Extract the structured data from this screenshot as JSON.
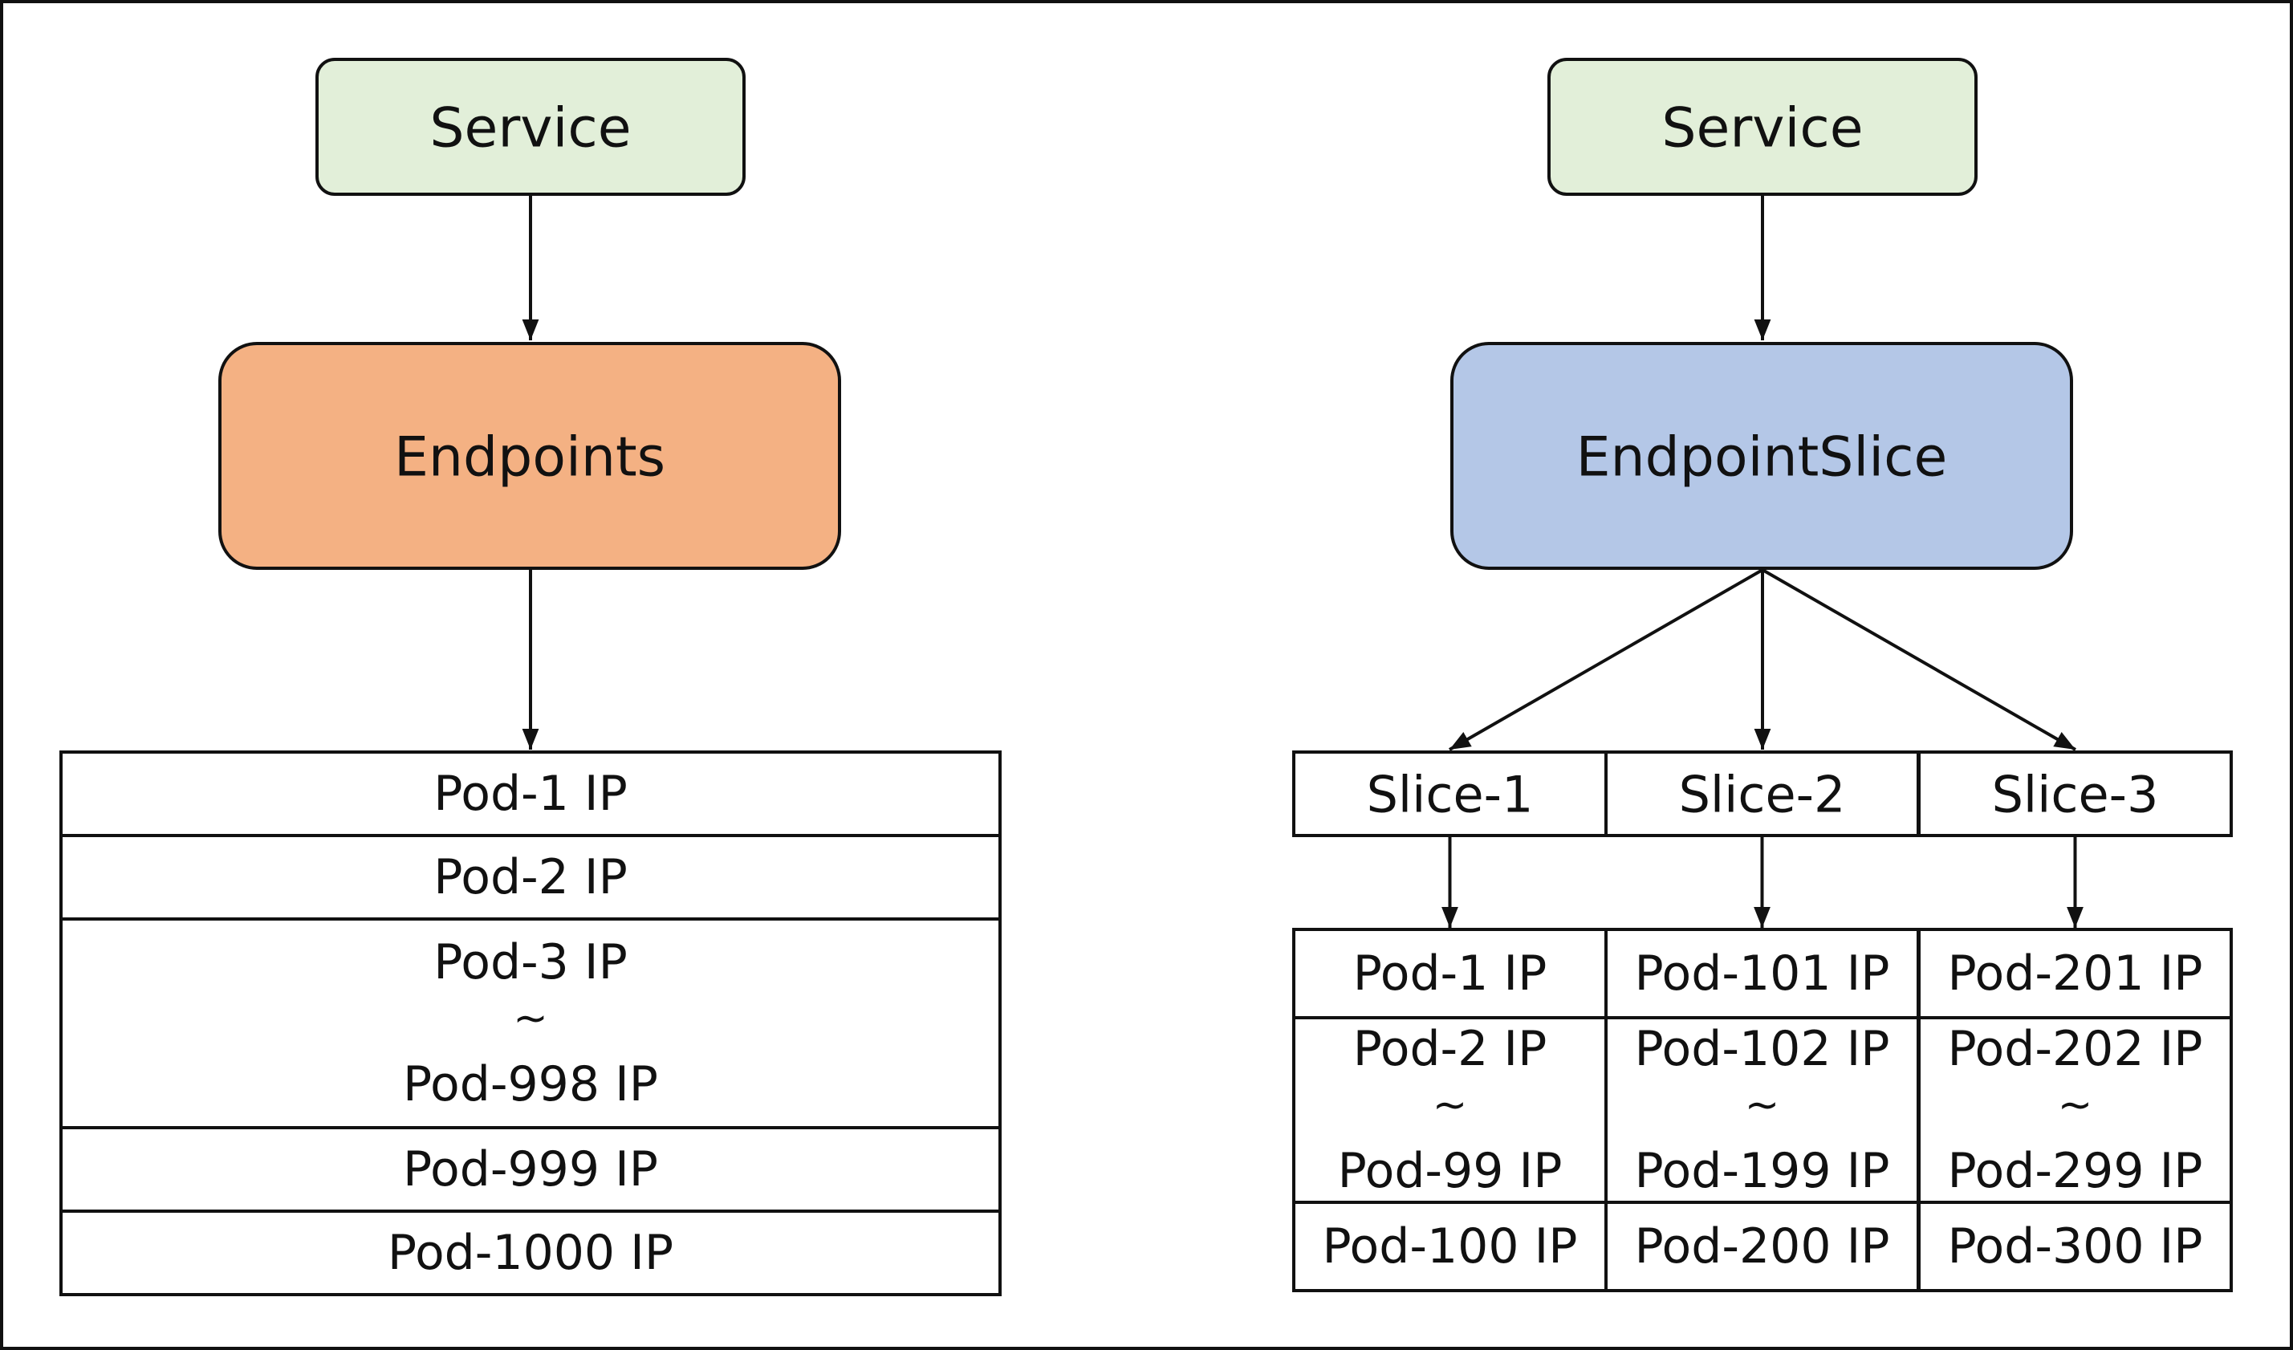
{
  "colors": {
    "border": "#111111",
    "service_fill": "#e2efd9",
    "endpoints_fill": "#f4b183",
    "endpointslice_fill": "#b4c7e7",
    "box_fill": "#ffffff"
  },
  "left": {
    "service": "Service",
    "endpoints": "Endpoints",
    "rows": [
      {
        "lines": [
          "Pod-1 IP"
        ]
      },
      {
        "lines": [
          "Pod-2 IP"
        ]
      },
      {
        "lines": [
          "Pod-3 IP",
          "~",
          "Pod-998 IP"
        ]
      },
      {
        "lines": [
          "Pod-999 IP"
        ]
      },
      {
        "lines": [
          "Pod-1000 IP"
        ]
      }
    ]
  },
  "right": {
    "service": "Service",
    "endpointslice": "EndpointSlice",
    "slices": [
      {
        "label": "Slice-1",
        "rows": [
          {
            "lines": [
              "Pod-1 IP"
            ]
          },
          {
            "lines": [
              "Pod-2 IP",
              "~",
              "Pod-99 IP"
            ]
          },
          {
            "lines": [
              "Pod-100 IP"
            ]
          }
        ]
      },
      {
        "label": "Slice-2",
        "rows": [
          {
            "lines": [
              "Pod-101 IP"
            ]
          },
          {
            "lines": [
              "Pod-102 IP",
              "~",
              "Pod-199 IP"
            ]
          },
          {
            "lines": [
              "Pod-200 IP"
            ]
          }
        ]
      },
      {
        "label": "Slice-3",
        "rows": [
          {
            "lines": [
              "Pod-201 IP"
            ]
          },
          {
            "lines": [
              "Pod-202 IP",
              "~",
              "Pod-299 IP"
            ]
          },
          {
            "lines": [
              "Pod-300 IP"
            ]
          }
        ]
      }
    ]
  }
}
